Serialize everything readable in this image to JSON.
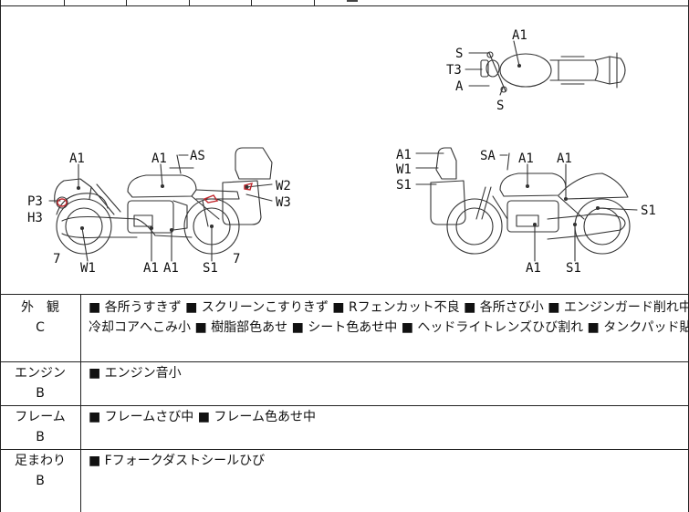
{
  "diagram": {
    "top_view": {
      "A1": "A1",
      "S": "S",
      "T3": "T3",
      "A": "A",
      "S2": "S"
    },
    "left_view": {
      "A1_front": "A1",
      "A1_tank": "A1",
      "AS": "AS",
      "P3": "P3",
      "H3": "H3",
      "W2": "W2",
      "W3": "W3",
      "num7_left": "7",
      "W1": "W1",
      "A1_low1": "A1",
      "A1_low2": "A1",
      "S1": "S1",
      "num7_right": "7"
    },
    "right_view": {
      "A1_screen": "A1",
      "W1": "W1",
      "S1_top": "S1",
      "SA": "SA",
      "A1_tank": "A1",
      "A1_seat": "A1",
      "S1_right": "S1",
      "A1_bottom": "A1",
      "S1_bottom": "S1"
    }
  },
  "rows": [
    {
      "name": "外　観",
      "grade": "C",
      "lines": [
        "■ 各所うすきず ■ スクリーンこすりきず ■ Rフェンカット不良 ■ 各所さび小 ■ エンジンガード削れ中 ■",
        "冷却コアへこみ小 ■ 樹脂部色あせ ■ シート色あせ中 ■ ヘッドライトレンズひび割れ ■ タンクパッド貼付"
      ]
    },
    {
      "name": "エンジン",
      "grade": "B",
      "lines": [
        "■ エンジン音小"
      ]
    },
    {
      "name": "フレーム",
      "grade": "B",
      "lines": [
        "■ フレームさび中 ■ フレーム色あせ中"
      ]
    },
    {
      "name": "足まわり",
      "grade": "B",
      "lines": [
        "■ Fフォークダストシールひび"
      ]
    }
  ]
}
